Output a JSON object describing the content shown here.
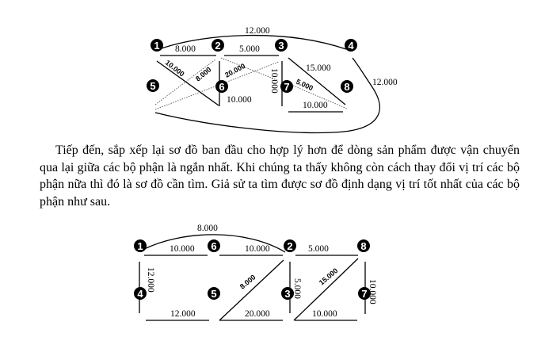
{
  "diagram1": {
    "nodes": [
      "1",
      "2",
      "3",
      "4",
      "5",
      "6",
      "7",
      "8"
    ],
    "labels": {
      "curve_1_4": "12.000",
      "edge_1_2": "8.000",
      "edge_2_3": "5.000",
      "diag_10": "10.000",
      "diag_8": "8.000",
      "diag_20": "20.000",
      "edge_6": "10.000",
      "vert_7": "10.000",
      "diag_7": "5.000",
      "diag_15": "15.000",
      "edge_7_8": "10.000",
      "curve_4_5": "12.000"
    }
  },
  "paragraph": "Tiếp đến, sắp xếp lại sơ đồ ban đầu cho hợp lý hơn để dòng sản phẩm được vận chuyển qua lại giữa các bộ phận là ngắn nhất. Khi chúng ta thấy không còn cách thay đổi vị trí các bộ phận nữa thì đó là sơ đồ cần tìm. Giả sử ta tìm được sơ đồ định dạng vị trí tốt nhất của các bộ phận như sau.",
  "diagram2": {
    "nodes": [
      "1",
      "6",
      "2",
      "8",
      "4",
      "5",
      "3",
      "7"
    ],
    "labels": {
      "curve_1_2": "8.000",
      "edge_1_6": "10.000",
      "edge_6_2": "10.000",
      "edge_2_8": "5.000",
      "vert_1_4": "12.000",
      "diag_5_2": "8.000",
      "vert_2_3": "5.000",
      "diag_3_8": "15.000",
      "vert_8_7": "10.000",
      "bottom_4_5": "12.000",
      "bottom_5_3": "20.000",
      "bottom_3_7": "10.000"
    }
  }
}
